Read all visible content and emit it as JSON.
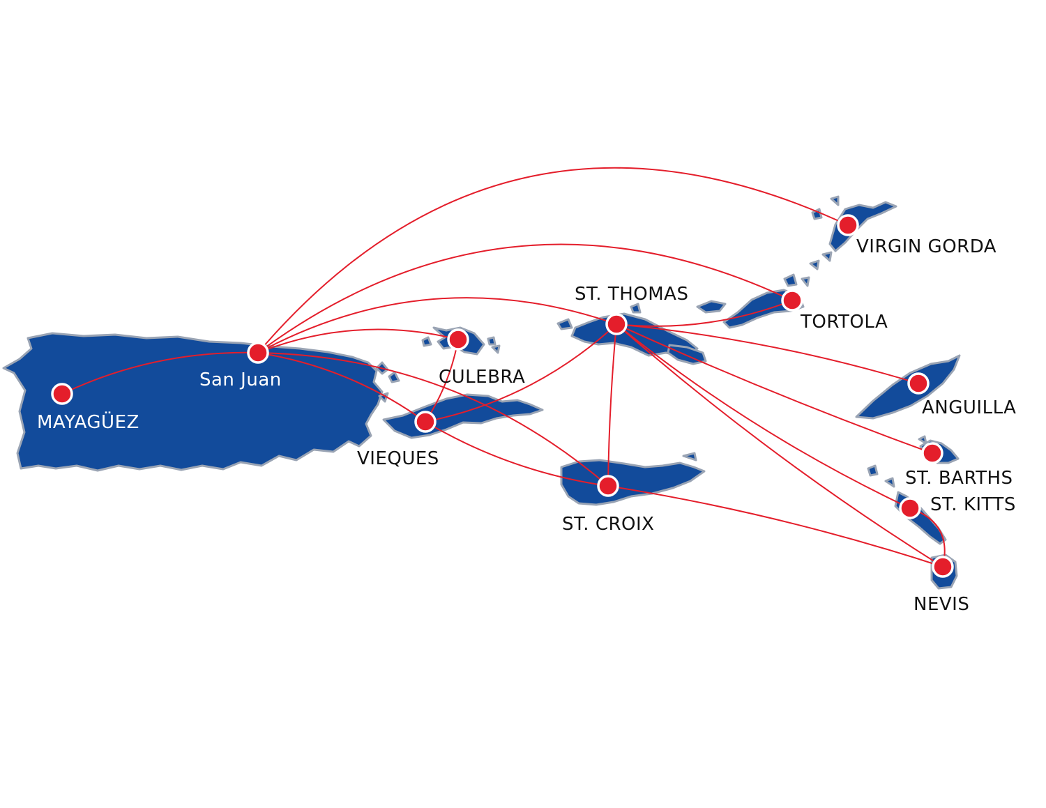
{
  "colors": {
    "land": "#124b9b",
    "coast": "#9aa4b4",
    "route": "#e41e2b",
    "marker": "#e41e2b",
    "label": "#111111",
    "label_on_land": "#ffffff"
  },
  "locations": {
    "mayaguez": "MAYAGÜEZ",
    "san_juan": "San Juan",
    "culebra": "CULEBRA",
    "vieques": "VIEQUES",
    "st_thomas": "ST. THOMAS",
    "tortola": "TORTOLA",
    "virgin_gorda": "VIRGIN GORDA",
    "anguilla": "ANGUILLA",
    "st_barths": "ST. BARTHS",
    "st_kitts": "ST. KITTS",
    "nevis": "NEVIS",
    "st_croix": "ST. CROIX"
  },
  "routes": [
    [
      "mayaguez",
      "san_juan"
    ],
    [
      "san_juan",
      "virgin_gorda"
    ],
    [
      "san_juan",
      "tortola"
    ],
    [
      "san_juan",
      "st_thomas"
    ],
    [
      "san_juan",
      "st_croix"
    ],
    [
      "san_juan",
      "culebra"
    ],
    [
      "san_juan",
      "vieques"
    ],
    [
      "vieques",
      "culebra"
    ],
    [
      "vieques",
      "st_thomas"
    ],
    [
      "vieques",
      "st_croix"
    ],
    [
      "st_thomas",
      "tortola"
    ],
    [
      "st_thomas",
      "st_croix"
    ],
    [
      "st_thomas",
      "anguilla"
    ],
    [
      "st_thomas",
      "st_barths"
    ],
    [
      "st_thomas",
      "st_kitts"
    ],
    [
      "st_thomas",
      "nevis"
    ],
    [
      "st_croix",
      "nevis"
    ],
    [
      "st_kitts",
      "nevis"
    ]
  ]
}
